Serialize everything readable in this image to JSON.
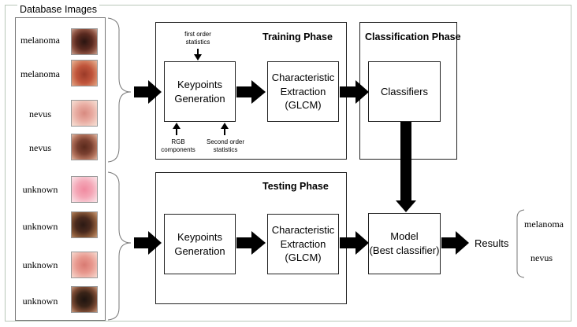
{
  "database": {
    "title": "Database Images",
    "images": [
      {
        "label": "melanoma",
        "lesion_icon": "dark-lesion-thumbnail"
      },
      {
        "label": "melanoma",
        "lesion_icon": "red-lesion-thumbnail"
      },
      {
        "label": "nevus",
        "lesion_icon": "pink-lesion-thumbnail"
      },
      {
        "label": "nevus",
        "lesion_icon": "brown-lesion-thumbnail"
      },
      {
        "label": "unknown",
        "lesion_icon": "pink-lesion-thumbnail"
      },
      {
        "label": "unknown",
        "lesion_icon": "dark-lesion-thumbnail"
      },
      {
        "label": "unknown",
        "lesion_icon": "pink-lesion-thumbnail"
      },
      {
        "label": "unknown",
        "lesion_icon": "dark-lesion-thumbnail"
      }
    ]
  },
  "training": {
    "title": "Training Phase",
    "keypoints": "Keypoints\nGeneration",
    "extraction": "Characteristic\nExtraction\n(GLCM)",
    "first_order": "first order\nstatistics",
    "rgb": "RGB\ncomponents",
    "second_order": "Second order\nstatistics"
  },
  "classification": {
    "title": "Classification Phase",
    "classifiers": "Classifiers"
  },
  "testing": {
    "title": "Testing Phase",
    "keypoints": "Keypoints\nGeneration",
    "extraction": "Characteristic\nExtraction\n(GLCM)"
  },
  "model": "Model\n(Best classifier)",
  "results": {
    "label": "Results",
    "items": [
      "melanoma",
      "nevus"
    ]
  },
  "colors": {
    "arrow": "#000000",
    "frame": "#b9c7b9"
  }
}
